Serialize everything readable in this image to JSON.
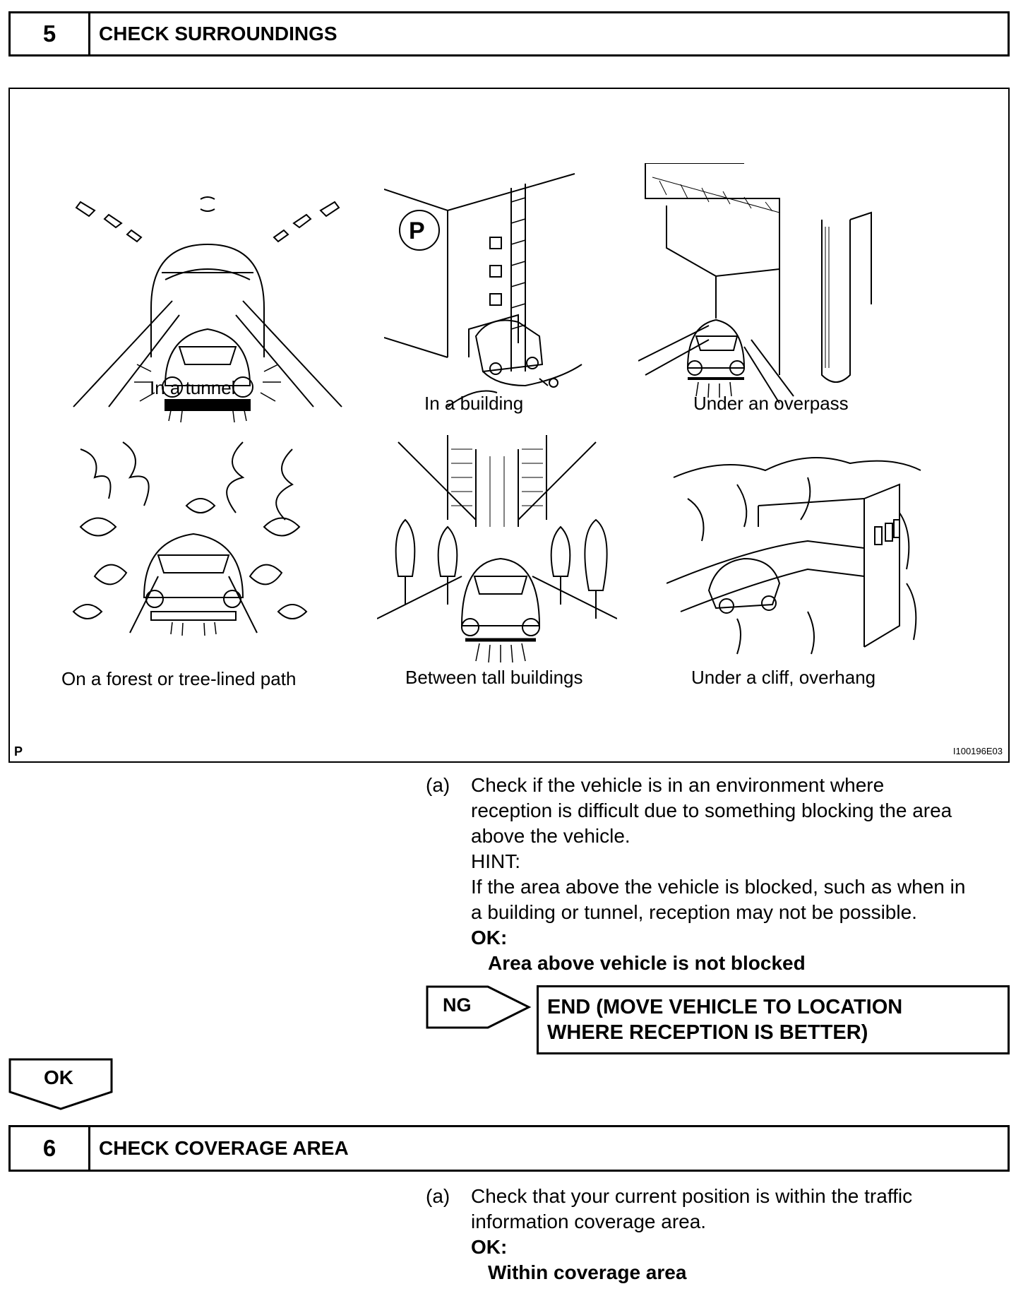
{
  "step5": {
    "number": "5",
    "title": "CHECK SURROUNDINGS"
  },
  "figure": {
    "captions": {
      "tunnel": "In a tunnel",
      "building": "In a building",
      "overpass": "Under an overpass",
      "forest": "On a forest or tree-lined path",
      "tall_buildings": "Between tall buildings",
      "cliff": "Under a cliff, overhang"
    },
    "corner_left": "P",
    "figure_id": "I100196E03"
  },
  "step5_text": {
    "label": "(a)",
    "line1": "Check if the vehicle is in an environment where",
    "line2": "reception is difficult due to something blocking the area",
    "line3": "above the vehicle.",
    "hint_label": "HINT:",
    "hint1": "If the area above the vehicle is blocked, such as when in",
    "hint2": "a building or tunnel, reception may not be possible.",
    "ok_label": "OK:",
    "ok_value": "Area above vehicle is not blocked"
  },
  "ng_branch": {
    "label": "NG",
    "line1": "END (MOVE VEHICLE TO LOCATION",
    "line2": "WHERE RECEPTION IS BETTER)"
  },
  "ok_branch": {
    "label": "OK"
  },
  "step6": {
    "number": "6",
    "title": "CHECK COVERAGE AREA"
  },
  "step6_text": {
    "label": "(a)",
    "line1": "Check that your current position is within the traffic",
    "line2": "information coverage area.",
    "ok_label": "OK:",
    "ok_value": "Within coverage area"
  }
}
